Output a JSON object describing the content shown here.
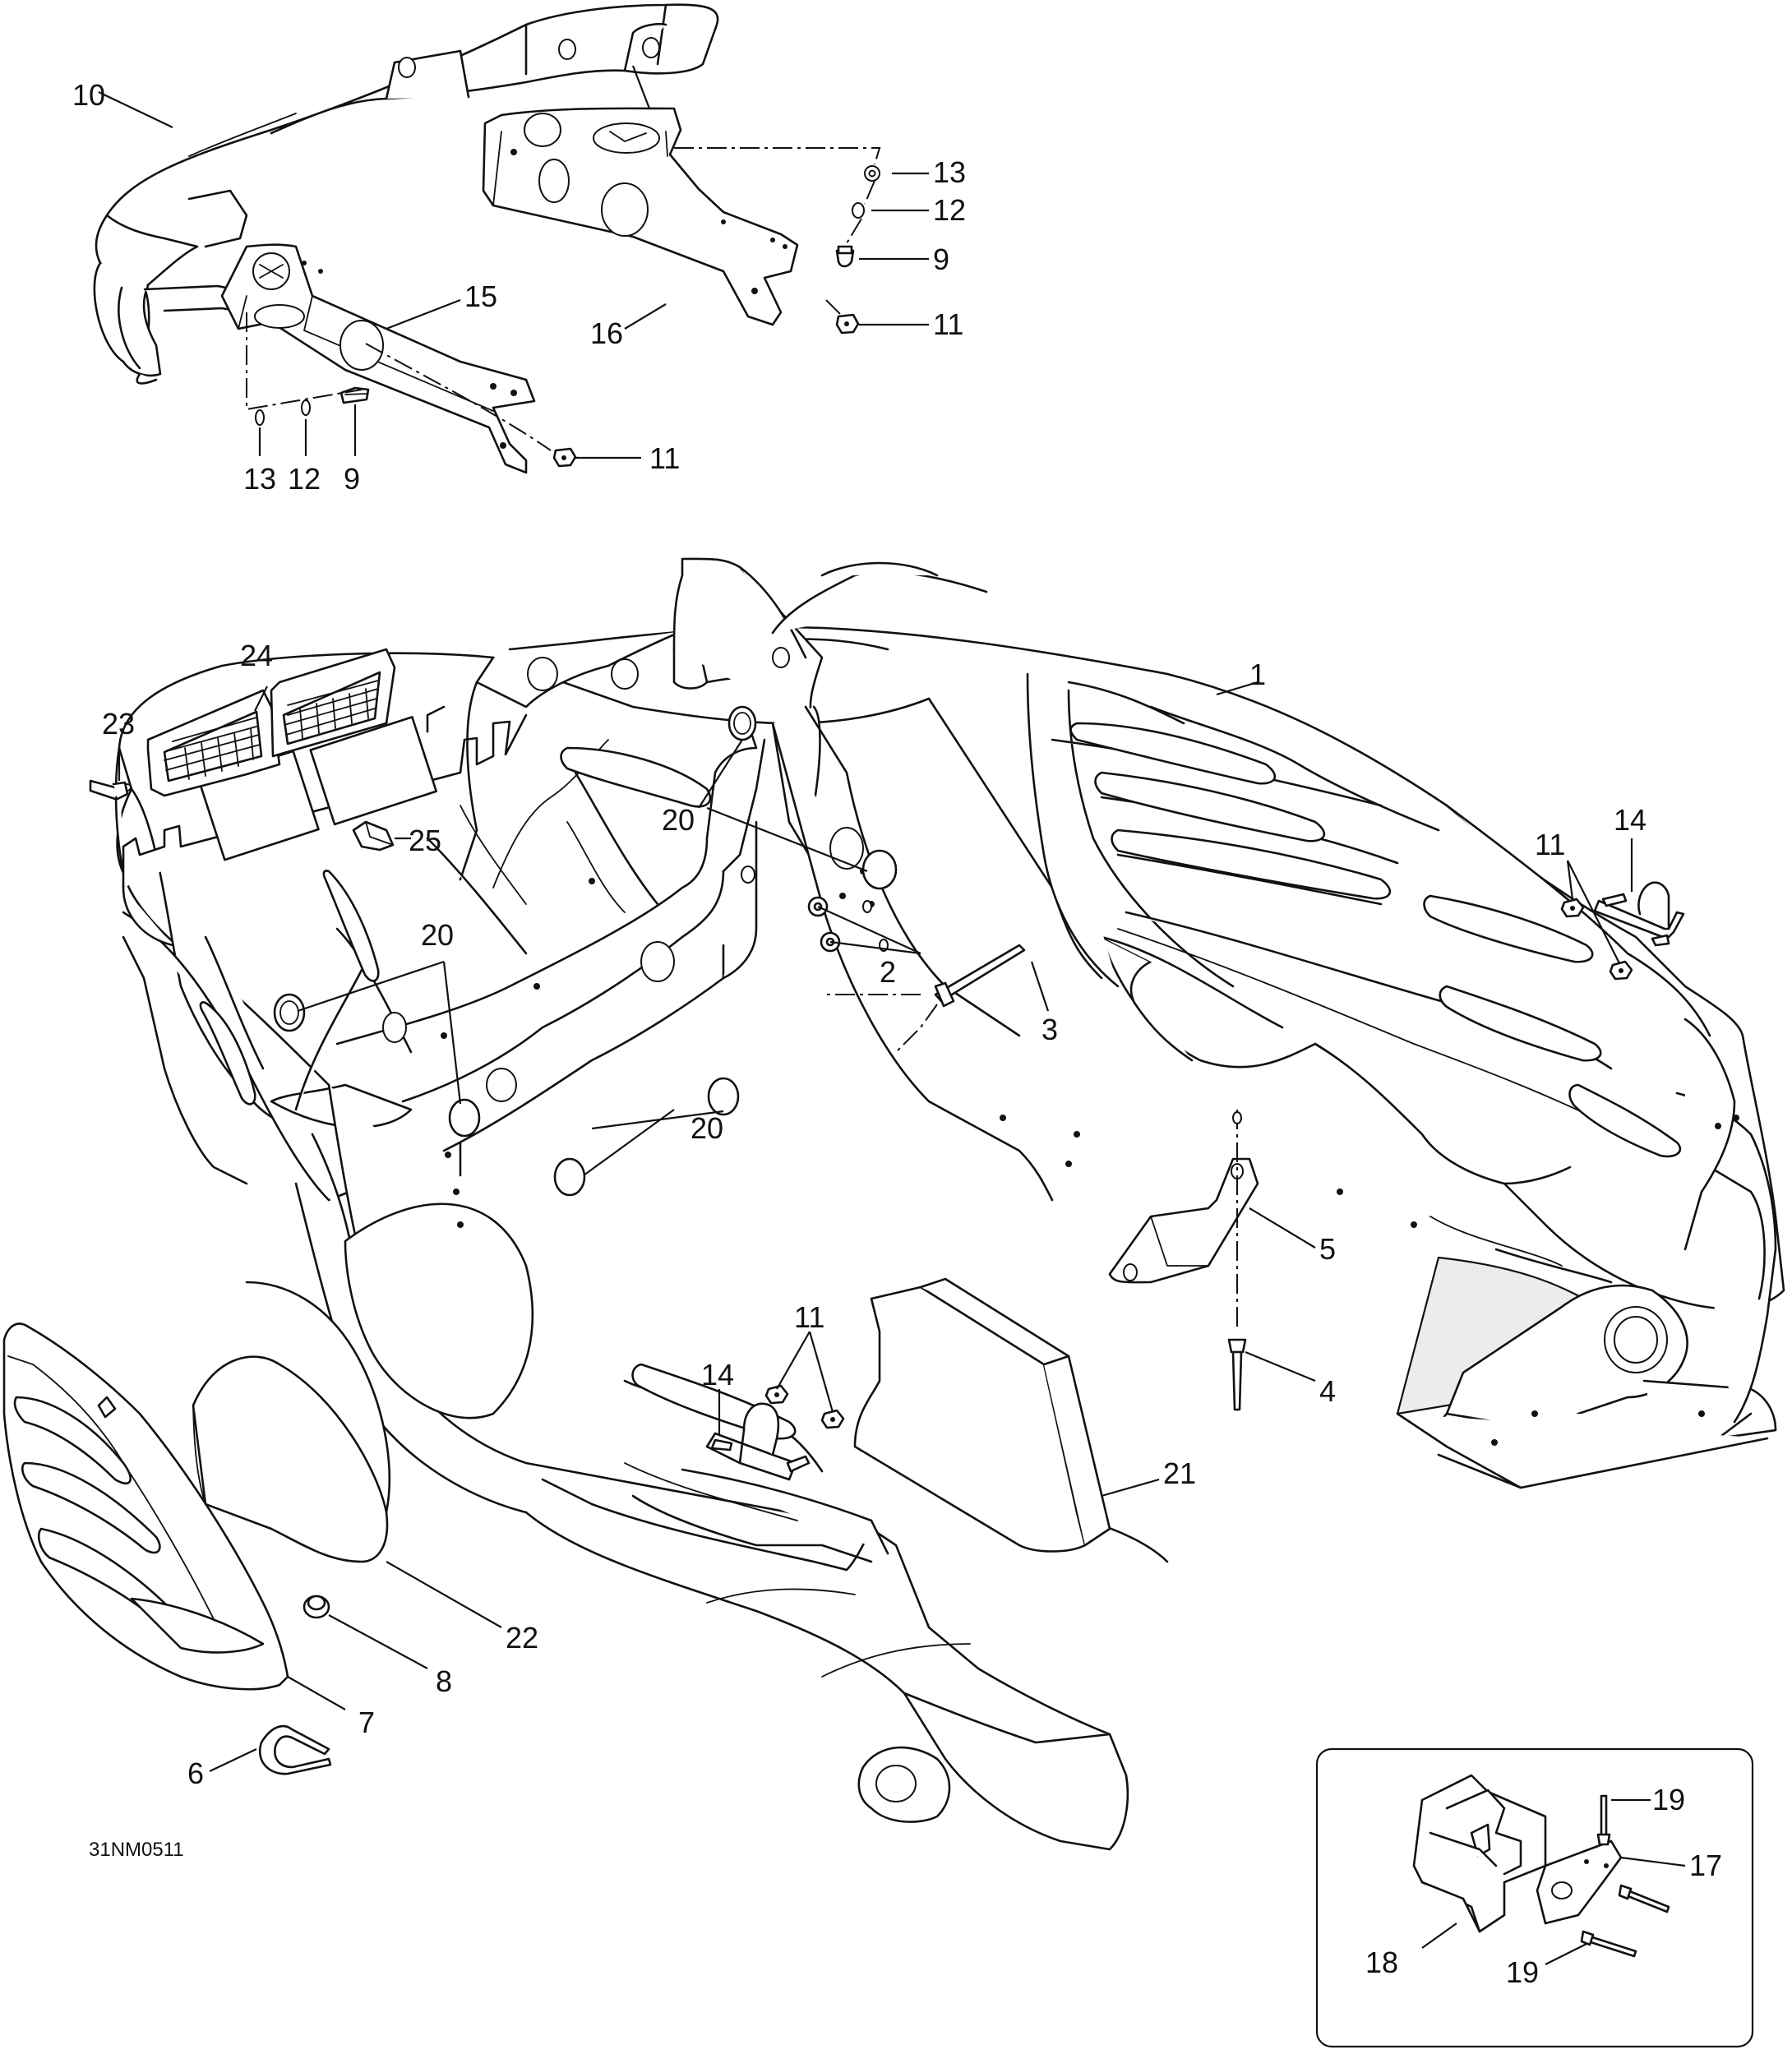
{
  "reference_code": "31NM0511",
  "callouts": {
    "c1": "1",
    "c2": "2",
    "c3": "3",
    "c4": "4",
    "c5": "5",
    "c6": "6",
    "c7": "7",
    "c8": "8",
    "c9": "9",
    "c10": "10",
    "c11": "11",
    "c12": "12",
    "c13": "13",
    "c14": "14",
    "c15": "15",
    "c16": "16",
    "c17": "17",
    "c18": "18",
    "c19": "19",
    "c20": "20",
    "c21": "21",
    "c22": "22",
    "c23": "23",
    "c24": "24",
    "c25": "25"
  },
  "colors": {
    "line": "#111111",
    "background": "#ffffff",
    "shade": "#ececec"
  }
}
